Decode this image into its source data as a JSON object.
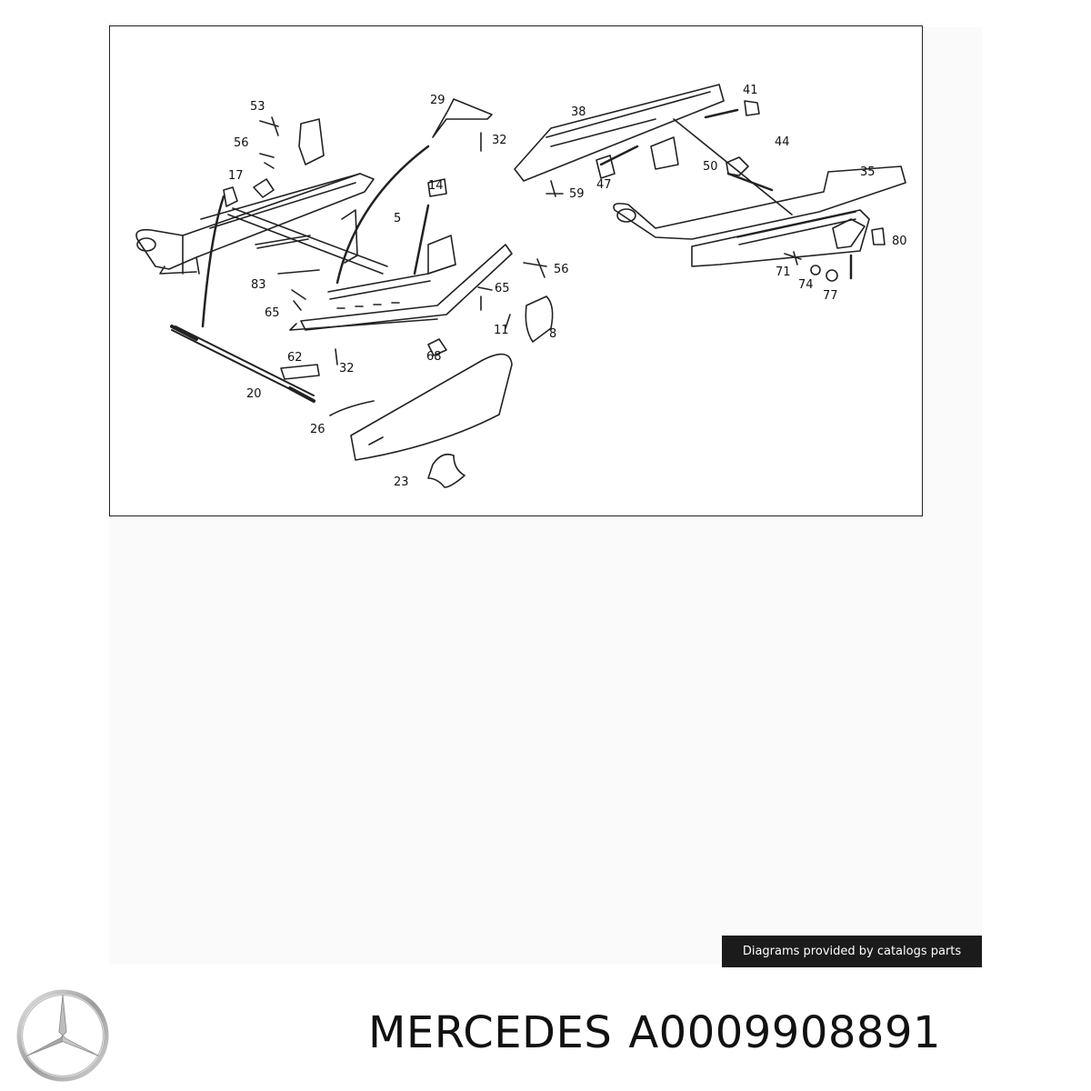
{
  "diagram": {
    "callouts": [
      "53",
      "29",
      "56",
      "32",
      "17",
      "14",
      "5",
      "83",
      "56",
      "65",
      "65",
      "11",
      "8",
      "68",
      "62",
      "32",
      "20",
      "26",
      "23",
      "38",
      "41",
      "44",
      "50",
      "35",
      "47",
      "59",
      "80",
      "71",
      "74",
      "77"
    ]
  },
  "credit": {
    "text": "Diagrams provided by catalogs parts"
  },
  "footer": {
    "brand": "MERCEDES",
    "part_number": "A0009908891"
  },
  "colors": {
    "line": "#222222",
    "credit_bg": "#1b1b1b",
    "text": "#111111"
  },
  "icons": {
    "logo": "mercedes-star-icon"
  }
}
